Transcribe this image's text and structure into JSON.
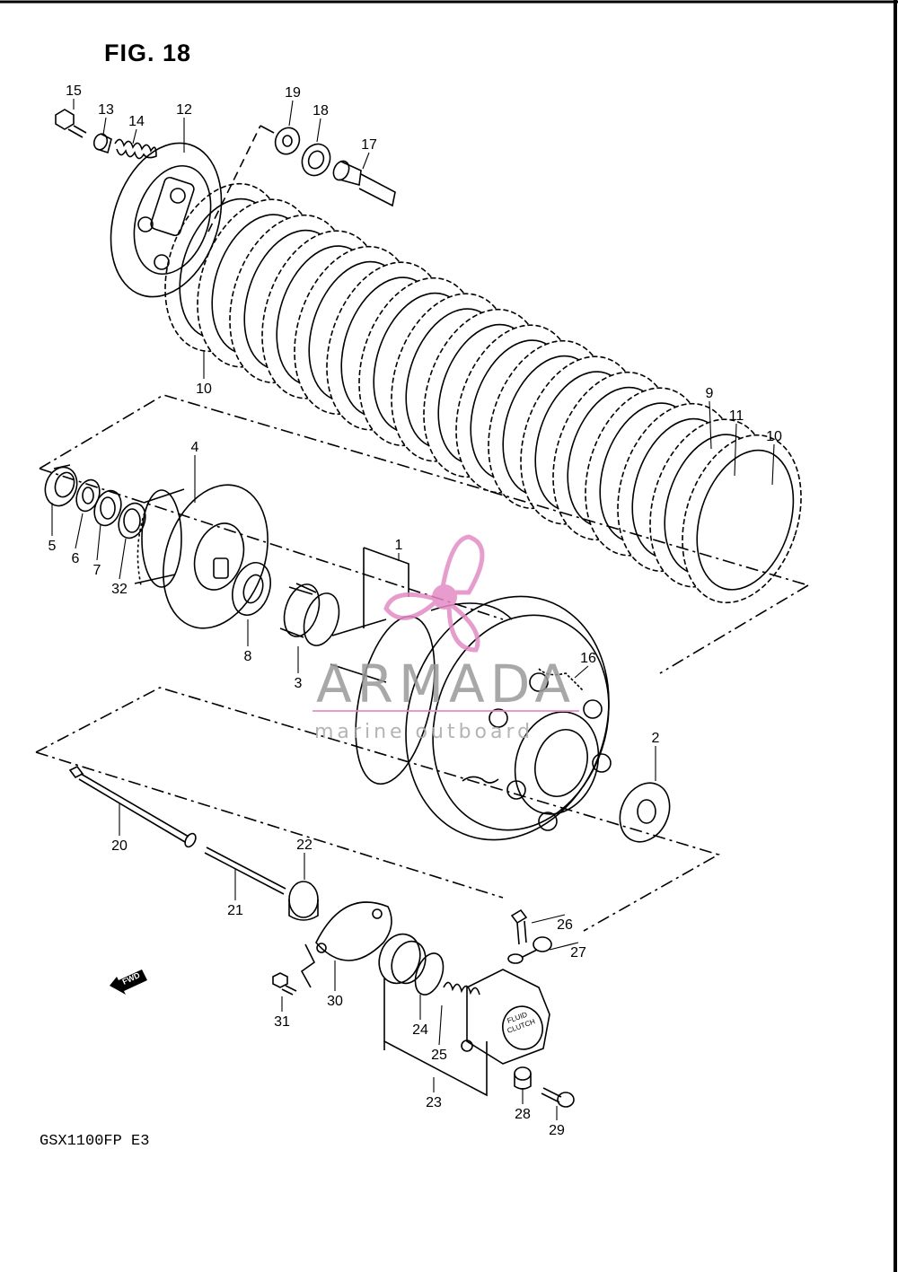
{
  "figure": {
    "title": "FIG. 18",
    "model": "GSX1100FP  E3"
  },
  "watermark": {
    "brand": "ARMADA",
    "tagline": "marine outboard",
    "color": "#e58bc5"
  },
  "stamps": {
    "cylinder_line1": "FLUID",
    "cylinder_line2": "CLUTCH",
    "fwd": "FWD"
  },
  "callouts": [
    {
      "id": "c15",
      "label": "15"
    },
    {
      "id": "c13",
      "label": "13"
    },
    {
      "id": "c14",
      "label": "14"
    },
    {
      "id": "c12",
      "label": "12"
    },
    {
      "id": "c19",
      "label": "19"
    },
    {
      "id": "c18",
      "label": "18"
    },
    {
      "id": "c17",
      "label": "17"
    },
    {
      "id": "c10a",
      "label": "10"
    },
    {
      "id": "c9",
      "label": "9"
    },
    {
      "id": "c11",
      "label": "11"
    },
    {
      "id": "c10b",
      "label": "10"
    },
    {
      "id": "c4",
      "label": "4"
    },
    {
      "id": "c5",
      "label": "5"
    },
    {
      "id": "c6",
      "label": "6"
    },
    {
      "id": "c7",
      "label": "7"
    },
    {
      "id": "c32",
      "label": "32"
    },
    {
      "id": "c1",
      "label": "1"
    },
    {
      "id": "c8",
      "label": "8"
    },
    {
      "id": "c3",
      "label": "3"
    },
    {
      "id": "c16",
      "label": "16"
    },
    {
      "id": "c2",
      "label": "2"
    },
    {
      "id": "c20",
      "label": "20"
    },
    {
      "id": "c22",
      "label": "22"
    },
    {
      "id": "c21",
      "label": "21"
    },
    {
      "id": "c26",
      "label": "26"
    },
    {
      "id": "c27",
      "label": "27"
    },
    {
      "id": "c30",
      "label": "30"
    },
    {
      "id": "c31",
      "label": "31"
    },
    {
      "id": "c24",
      "label": "24"
    },
    {
      "id": "c25",
      "label": "25"
    },
    {
      "id": "c23",
      "label": "23"
    },
    {
      "id": "c28",
      "label": "28"
    },
    {
      "id": "c29",
      "label": "29"
    }
  ]
}
